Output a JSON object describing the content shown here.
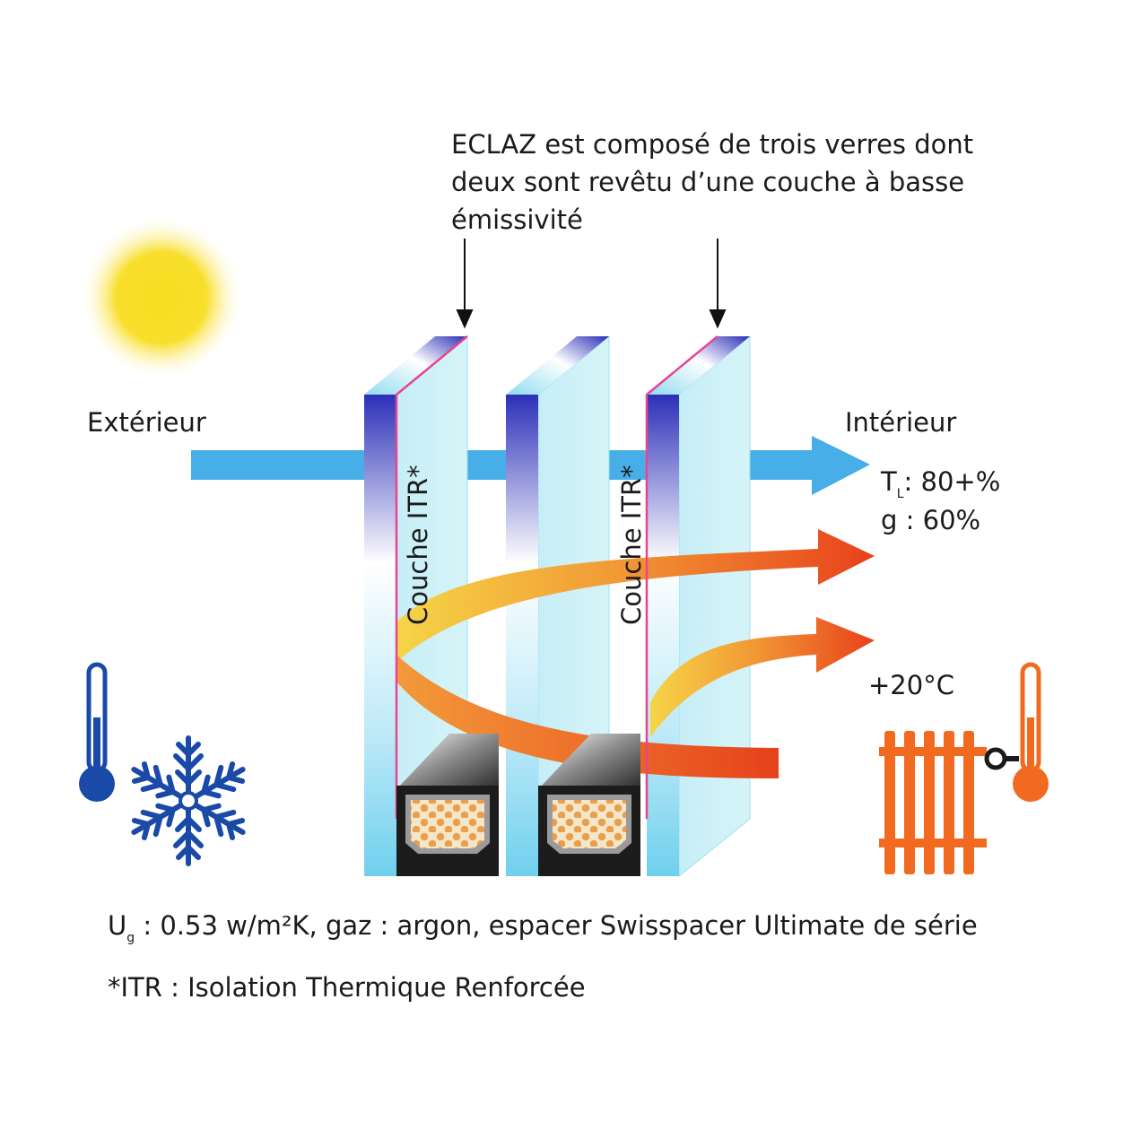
{
  "caption": {
    "lines": [
      "ECLAZ est composé de trois verres dont",
      "deux sont revêtu d’une couche à basse",
      "émissivité"
    ]
  },
  "labels": {
    "exterior": "Extérieur",
    "interior": "Intérieur",
    "coating_1": "Couche ITR*",
    "coating_2": "Couche ITR*",
    "tl_symbol": "T",
    "tl_subscript": "L",
    "tl_value": ": 80+%",
    "g_value": "g : 60%",
    "temperature": "+20°C"
  },
  "footer": {
    "ug_symbol": "U",
    "ug_subscript": "g",
    "ug_text": " : 0.53 w/m²K, gaz : argon, espacer Swisspacer Ultimate de série",
    "footnote": "*ITR : Isolation Thermique Renforcée"
  },
  "icons": {
    "sun": "sun-icon",
    "cold_thermometer": "thermometer-cold-icon",
    "snowflake": "snowflake-icon",
    "radiator": "radiator-icon",
    "warm_thermometer": "thermometer-warm-icon"
  },
  "colors": {
    "light_arrow": "#48aee8",
    "heat_start": "#f5d547",
    "heat_end": "#e8411b",
    "coating_line": "#e8458f",
    "cold": "#1a4aa8",
    "warm": "#f26a1f",
    "sun": "#f7dc1e"
  }
}
